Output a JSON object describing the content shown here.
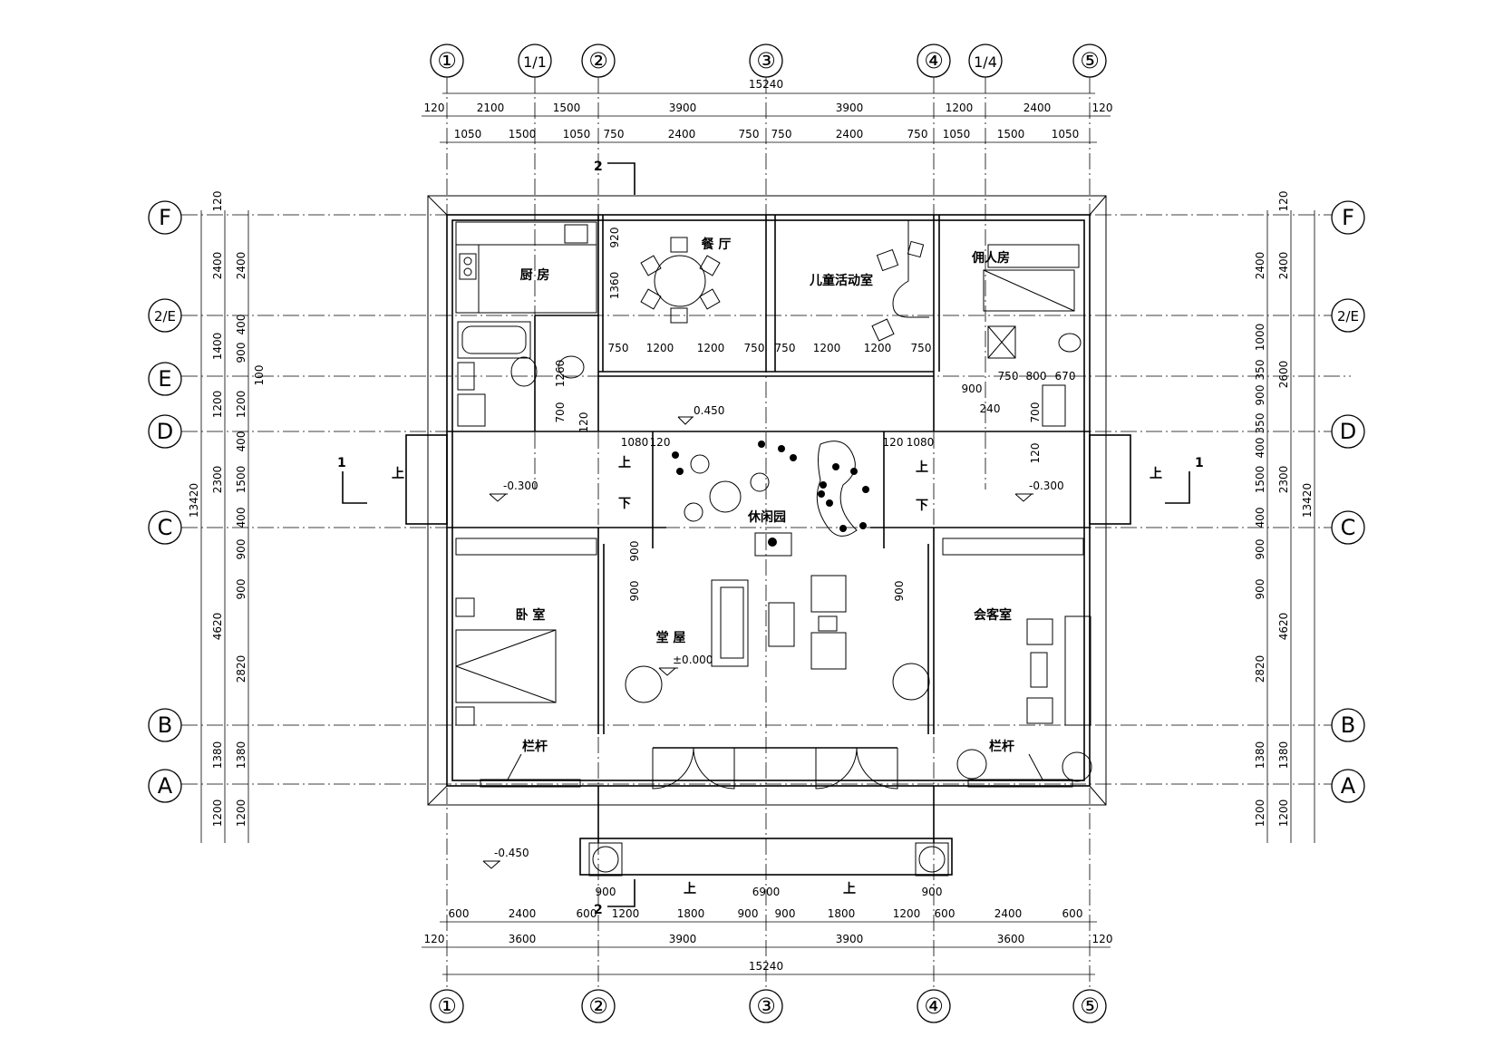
{
  "grid": {
    "columns": [
      "①",
      "1/1",
      "②",
      "③",
      "④",
      "1/4",
      "⑤"
    ],
    "rows": [
      "F",
      "2/E",
      "E",
      "D",
      "C",
      "B",
      "A"
    ]
  },
  "dims": {
    "top_total": "15240",
    "top_row1": [
      "120",
      "2100",
      "1500",
      "3900",
      "3900",
      "1200",
      "2400",
      "120"
    ],
    "top_row2": [
      "1050",
      "1500",
      "1050",
      "750",
      "2400",
      "750",
      "750",
      "2400",
      "750",
      "1050",
      "1500",
      "1050"
    ],
    "bottom_row1": [
      "600",
      "2400",
      "600",
      "1200",
      "1800",
      "900",
      "900",
      "1800",
      "1200",
      "600",
      "2400",
      "600"
    ],
    "bottom_row2": [
      "120",
      "3600",
      "3900",
      "3900",
      "3600",
      "120"
    ],
    "bottom_total": "15240",
    "left_total": "13420",
    "right_total": "13420",
    "left_col1": [
      "120",
      "2400",
      "1400",
      "1200",
      "2300",
      "4620",
      "1380",
      "1200"
    ],
    "left_col2": [
      "2400",
      "400",
      "900",
      "100",
      "1200",
      "400",
      "1500",
      "400",
      "900",
      "900",
      "2820",
      "1380",
      "1200"
    ],
    "right_col1": [
      "120",
      "2400",
      "2600",
      "2300",
      "4620",
      "1380",
      "1200"
    ],
    "right_col2": [
      "2400",
      "1000",
      "350",
      "900",
      "350",
      "400",
      "1500",
      "400",
      "900",
      "900",
      "2820",
      "1380",
      "1200"
    ],
    "interior": [
      "920",
      "1360",
      "750",
      "1200",
      "1200",
      "750",
      "750",
      "1200",
      "1200",
      "750",
      "1260",
      "700",
      "120",
      "1080",
      "120",
      "120",
      "1080",
      "120",
      "900",
      "240",
      "750",
      "800",
      "670",
      "700",
      "900",
      "900",
      "900",
      "900",
      "6900",
      "900"
    ]
  },
  "rooms": {
    "kitchen": "厨  房",
    "dining": "餐  厅",
    "kids": "儿童活动室",
    "maid": "佣人房",
    "leisure": "休闲园",
    "bedroom": "卧  室",
    "hall": "堂  屋",
    "reception": "会客室",
    "rail_left": "栏杆",
    "rail_right": "栏杆"
  },
  "levels": {
    "upper": "0.450",
    "stair_left": "-0.300",
    "stair_right": "-0.300",
    "hall": "±0.000",
    "outside": "-0.450"
  },
  "stairs": {
    "up": "上",
    "down": "下"
  },
  "section_marks": {
    "s1": "1",
    "s2": "2"
  }
}
